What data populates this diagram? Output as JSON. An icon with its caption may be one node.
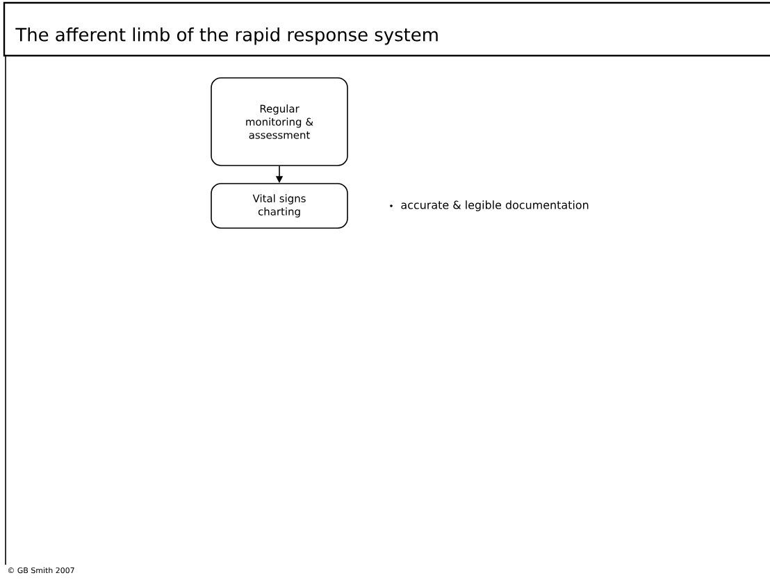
{
  "diagram": {
    "title": "The afferent limb of the rapid response system",
    "nodes": [
      {
        "text": [
          "Regular monitoring & assessment"
        ]
      },
      {
        "text": [
          "Vital signs charting"
        ]
      }
    ],
    "edges": [
      {
        "from": 0,
        "to": 1,
        "arrow": "to"
      }
    ],
    "labels": [
      "accurate & legible documentation",
      "© GB Smith 2007"
    ]
  }
}
